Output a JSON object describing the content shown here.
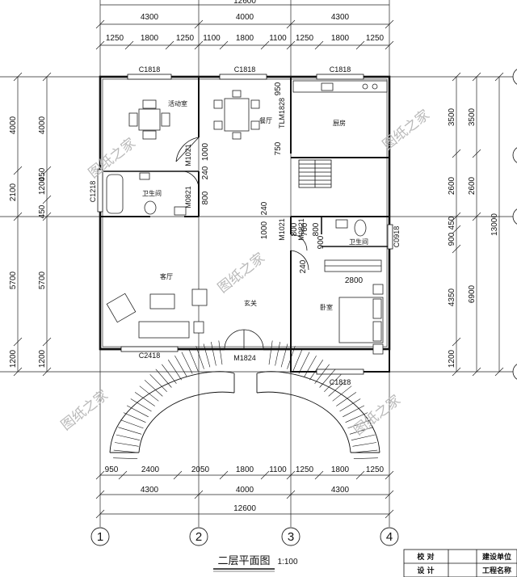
{
  "top_dims": {
    "overall": "12600",
    "major": [
      "4300",
      "4000",
      "4300"
    ],
    "minor": [
      "1250",
      "1800",
      "1250",
      "1100",
      "1800",
      "1100",
      "1250",
      "1800",
      "1250"
    ]
  },
  "bottom_dims": {
    "minor": [
      "950",
      "2400",
      "2050",
      "1800",
      "1100",
      "1250",
      "1800",
      "1250"
    ],
    "major": [
      "4300",
      "4000",
      "4300"
    ],
    "overall": "12600"
  },
  "left_dims": {
    "outer": [
      "4000",
      "2100",
      "5700",
      "1200"
    ],
    "inner": [
      "4000",
      "1200",
      "450",
      "450",
      "5700",
      "1200"
    ]
  },
  "right_dims": {
    "outer": [
      "3500",
      "2600",
      "6900"
    ],
    "inner": [
      "3500",
      "2600",
      "450",
      "900",
      "4350",
      "1200"
    ],
    "overall": "13000"
  },
  "axis_labels": [
    "1",
    "2",
    "3",
    "4"
  ],
  "rooms": {
    "activity": "活动室",
    "dining": "餐厅",
    "kitchen": "厨房",
    "bath_left": "卫生间",
    "living": "客厅",
    "foyer": "玄关",
    "bath_right": "卫生间",
    "bedroom": "卧室"
  },
  "codes": {
    "c1818_a": "C1818",
    "c1818_b": "C1818",
    "c1818_c": "C1818",
    "c1818_d": "C1818",
    "c1218": "C1218",
    "c2418": "C2418",
    "c0918": "C0918",
    "m1824": "M1824",
    "m1021_a": "M1021",
    "m1021_b": "M1021",
    "m0821_a": "M0821",
    "m0821_b": "M0821",
    "m1828": "TLM1828"
  },
  "interior_dims": {
    "d950": "950",
    "d750": "750",
    "d1000_a": "1000",
    "d240_a": "240",
    "d800_a": "800",
    "d240_b": "240",
    "d1000_b": "1000",
    "d800_b": "800",
    "d760": "760",
    "d240_c": "240",
    "d2800": "2800",
    "d800_c": "800",
    "d900": "900"
  },
  "watermark": "图纸之家",
  "title": "二层平面图",
  "scale": "1:100",
  "title_block": {
    "check": "校 对",
    "design": "设 计",
    "client": "建设单位",
    "project": "工程名称"
  }
}
